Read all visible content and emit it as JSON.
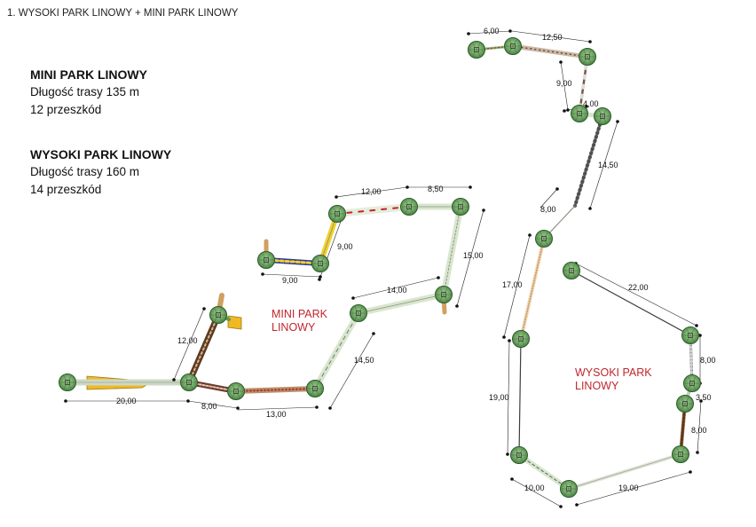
{
  "header": {
    "title": "1. WYSOKI PARK LINOWY + MINI PARK LINOWY"
  },
  "mini_info": {
    "name": "MINI PARK LINOWY",
    "length": "Długość trasy 135 m",
    "obstacles": "12 przeszkód"
  },
  "wysoki_info": {
    "name": "WYSOKI PARK LINOWY",
    "length": "Długość trasy 160 m",
    "obstacles": "14 przeszkód"
  },
  "map_labels": {
    "mini": [
      "MINI PARK",
      "LINOWY"
    ],
    "wysoki": [
      "WYSOKI PARK",
      "LINOWY"
    ]
  },
  "dimensions": {
    "d20": "20,00",
    "d8a": "8,00",
    "d13": "13,00",
    "d12a": "12,00",
    "d1450a": "14,50",
    "d14": "14,00",
    "d15": "15,00",
    "d850": "8,50",
    "d12b": "12,00",
    "d9a": "9,00",
    "d9b": "9,00",
    "d6": "6,00",
    "d1250": "12,50",
    "d9c": "9,00",
    "d4": "4,00",
    "d1450b": "14,50",
    "d8b": "8,00",
    "d17": "17,00",
    "d22": "22,00",
    "d8c": "8,00",
    "d350": "3,50",
    "d8d": "8,00",
    "d19a": "19,00",
    "d10": "10,00",
    "d19b": "19,00"
  },
  "colors": {
    "tree_fill": "#5f9a58",
    "tree_stroke": "#2d5a2a",
    "walkway": "#d9e6cf",
    "accent_red": "#c0262c",
    "yellow": "#f2b824"
  }
}
